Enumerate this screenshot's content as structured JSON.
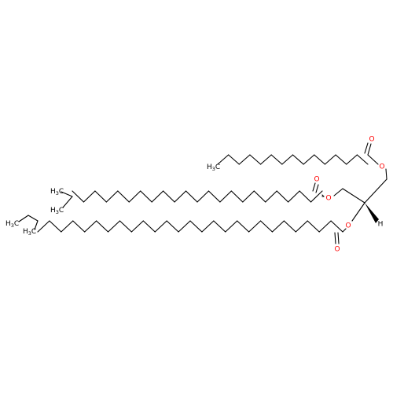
{
  "structure": {
    "atom_colors": {
      "carbon": "#000000",
      "oxygen": "#ff0000"
    },
    "labels": {
      "o_ester_top": "O",
      "o_carbonyl_top": "O",
      "o_ester_mid": "O",
      "o_carbonyl_mid": "O",
      "o_ester_bottom": "O",
      "o_carbonyl_bottom": "O",
      "stereo_h": "H",
      "ch3_top_main": "H",
      "ch3_top_sub": "3",
      "ch3_top_tail": "C",
      "ch3_mid_main": "H",
      "ch3_mid_sub": "3",
      "ch3_mid_tail": "C",
      "ch3_branch_main": "H",
      "ch3_branch_sub": "3",
      "ch3_branch_tail": "C",
      "ch3_ethyl_main": "H",
      "ch3_ethyl_sub": "3",
      "ch3_ethyl_tail": "C",
      "ch3_bottom_main": "H",
      "ch3_bottom_sub": "3",
      "ch3_bottom_tail": "C"
    }
  }
}
